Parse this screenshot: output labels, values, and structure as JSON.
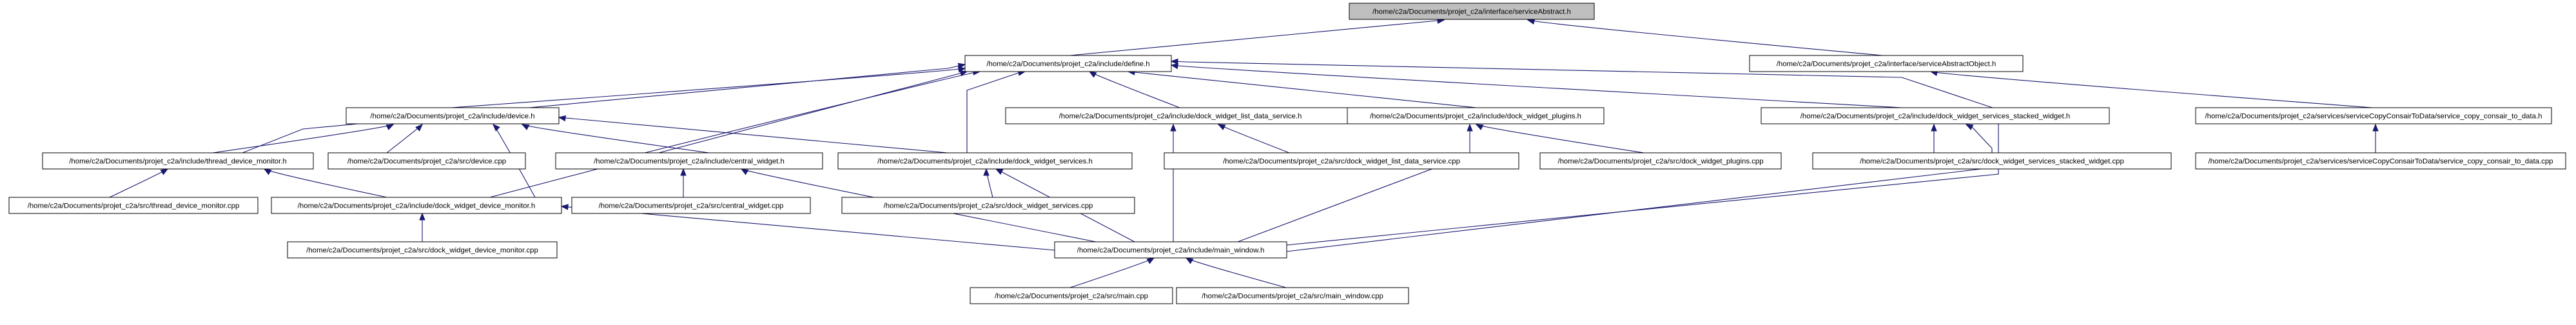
{
  "diagram": {
    "nodes": [
      {
        "id": "n0",
        "label": "/home/c2a/Documents/projet_c2a/interface/serviceAbstract.h",
        "root": true
      },
      {
        "id": "n1",
        "label": "/home/c2a/Documents/projet_c2a/include/define.h"
      },
      {
        "id": "n2",
        "label": "/home/c2a/Documents/projet_c2a/interface/serviceAbstractObject.h"
      },
      {
        "id": "n3",
        "label": "/home/c2a/Documents/projet_c2a/include/device.h"
      },
      {
        "id": "n4",
        "label": "/home/c2a/Documents/projet_c2a/include/dock_widget_list_data_service.h"
      },
      {
        "id": "n5",
        "label": "/home/c2a/Documents/projet_c2a/include/dock_widget_plugins.h"
      },
      {
        "id": "n6",
        "label": "/home/c2a/Documents/projet_c2a/include/dock_widget_services_stacked_widget.h"
      },
      {
        "id": "n7",
        "label": "/home/c2a/Documents/projet_c2a/services/serviceCopyConsairToData/service_copy_consair_to_data.h"
      },
      {
        "id": "n8",
        "label": "/home/c2a/Documents/projet_c2a/include/thread_device_monitor.h"
      },
      {
        "id": "n9",
        "label": "/home/c2a/Documents/projet_c2a/src/device.cpp"
      },
      {
        "id": "n10",
        "label": "/home/c2a/Documents/projet_c2a/include/central_widget.h"
      },
      {
        "id": "n11",
        "label": "/home/c2a/Documents/projet_c2a/include/dock_widget_services.h"
      },
      {
        "id": "n12",
        "label": "/home/c2a/Documents/projet_c2a/src/dock_widget_list_data_service.cpp"
      },
      {
        "id": "n13",
        "label": "/home/c2a/Documents/projet_c2a/src/dock_widget_plugins.cpp"
      },
      {
        "id": "n14",
        "label": "/home/c2a/Documents/projet_c2a/src/dock_widget_services_stacked_widget.cpp"
      },
      {
        "id": "n15",
        "label": "/home/c2a/Documents/projet_c2a/services/serviceCopyConsairToData/service_copy_consair_to_data.cpp"
      },
      {
        "id": "n16",
        "label": "/home/c2a/Documents/projet_c2a/src/thread_device_monitor.cpp"
      },
      {
        "id": "n17",
        "label": "/home/c2a/Documents/projet_c2a/include/dock_widget_device_monitor.h"
      },
      {
        "id": "n18",
        "label": "/home/c2a/Documents/projet_c2a/src/central_widget.cpp"
      },
      {
        "id": "n19",
        "label": "/home/c2a/Documents/projet_c2a/src/dock_widget_services.cpp"
      },
      {
        "id": "n20",
        "label": "/home/c2a/Documents/projet_c2a/src/dock_widget_device_monitor.cpp"
      },
      {
        "id": "n21",
        "label": "/home/c2a/Documents/projet_c2a/include/main_window.h"
      },
      {
        "id": "n22",
        "label": "/home/c2a/Documents/projet_c2a/src/main.cpp"
      },
      {
        "id": "n23",
        "label": "/home/c2a/Documents/projet_c2a/src/main_window.cpp"
      }
    ],
    "edges": [
      {
        "from": "n1",
        "to": "n0"
      },
      {
        "from": "n2",
        "to": "n0"
      },
      {
        "from": "n7",
        "to": "n2"
      },
      {
        "from": "n15",
        "to": "n7"
      },
      {
        "from": "n3",
        "to": "n1"
      },
      {
        "from": "n4",
        "to": "n1"
      },
      {
        "from": "n5",
        "to": "n1"
      },
      {
        "from": "n6",
        "to": "n1"
      },
      {
        "from": "n8",
        "to": "n1"
      },
      {
        "from": "n10",
        "to": "n1"
      },
      {
        "from": "n11",
        "to": "n1"
      },
      {
        "from": "n17",
        "to": "n1"
      },
      {
        "from": "n21",
        "to": "n1"
      },
      {
        "from": "n8",
        "to": "n3"
      },
      {
        "from": "n9",
        "to": "n3"
      },
      {
        "from": "n10",
        "to": "n3"
      },
      {
        "from": "n11",
        "to": "n3"
      },
      {
        "from": "n17",
        "to": "n3"
      },
      {
        "from": "n12",
        "to": "n4"
      },
      {
        "from": "n21",
        "to": "n4"
      },
      {
        "from": "n13",
        "to": "n5"
      },
      {
        "from": "n21",
        "to": "n5"
      },
      {
        "from": "n14",
        "to": "n6"
      },
      {
        "from": "n21",
        "to": "n6"
      },
      {
        "from": "n16",
        "to": "n8"
      },
      {
        "from": "n17",
        "to": "n8"
      },
      {
        "from": "n18",
        "to": "n10"
      },
      {
        "from": "n21",
        "to": "n10"
      },
      {
        "from": "n19",
        "to": "n11"
      },
      {
        "from": "n21",
        "to": "n11"
      },
      {
        "from": "n20",
        "to": "n17"
      },
      {
        "from": "n21",
        "to": "n17"
      },
      {
        "from": "n22",
        "to": "n21"
      },
      {
        "from": "n23",
        "to": "n21"
      }
    ]
  }
}
